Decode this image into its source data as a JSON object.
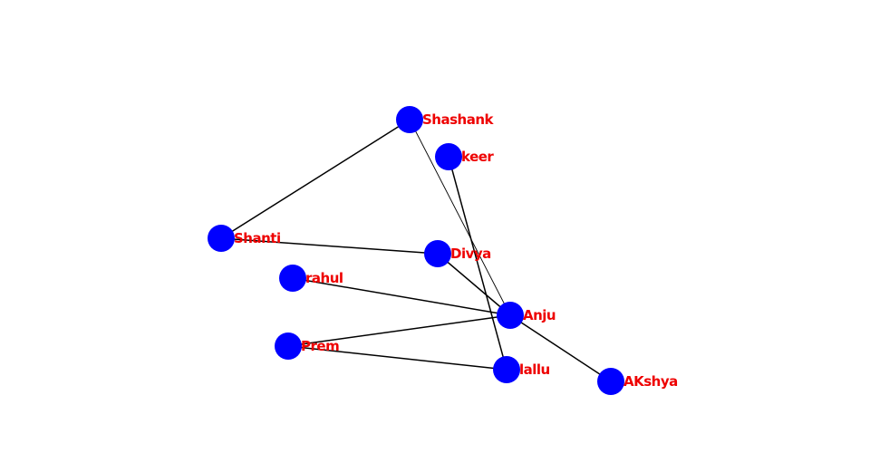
{
  "graph": {
    "node_color": "#0000ff",
    "label_color": "#ee0000",
    "edge_color": "#000000",
    "nodes": [
      {
        "id": "Shashank",
        "label": "Shashank"
      },
      {
        "id": "keer",
        "label": "keer"
      },
      {
        "id": "Shanti",
        "label": "Shanti"
      },
      {
        "id": "Divya",
        "label": "Divya"
      },
      {
        "id": "rahul",
        "label": "rahul"
      },
      {
        "id": "Anju",
        "label": "Anju"
      },
      {
        "id": "Prem",
        "label": "Prem"
      },
      {
        "id": "lallu",
        "label": "lallu"
      },
      {
        "id": "AKshya",
        "label": "AKshya"
      }
    ],
    "edges": [
      {
        "source": "Shashank",
        "target": "Shanti"
      },
      {
        "source": "Shashank",
        "target": "Anju"
      },
      {
        "source": "keer",
        "target": "lallu"
      },
      {
        "source": "Shanti",
        "target": "Divya"
      },
      {
        "source": "Divya",
        "target": "Anju"
      },
      {
        "source": "rahul",
        "target": "Anju"
      },
      {
        "source": "Anju",
        "target": "Prem"
      },
      {
        "source": "Anju",
        "target": "AKshya"
      },
      {
        "source": "Prem",
        "target": "lallu"
      }
    ]
  }
}
